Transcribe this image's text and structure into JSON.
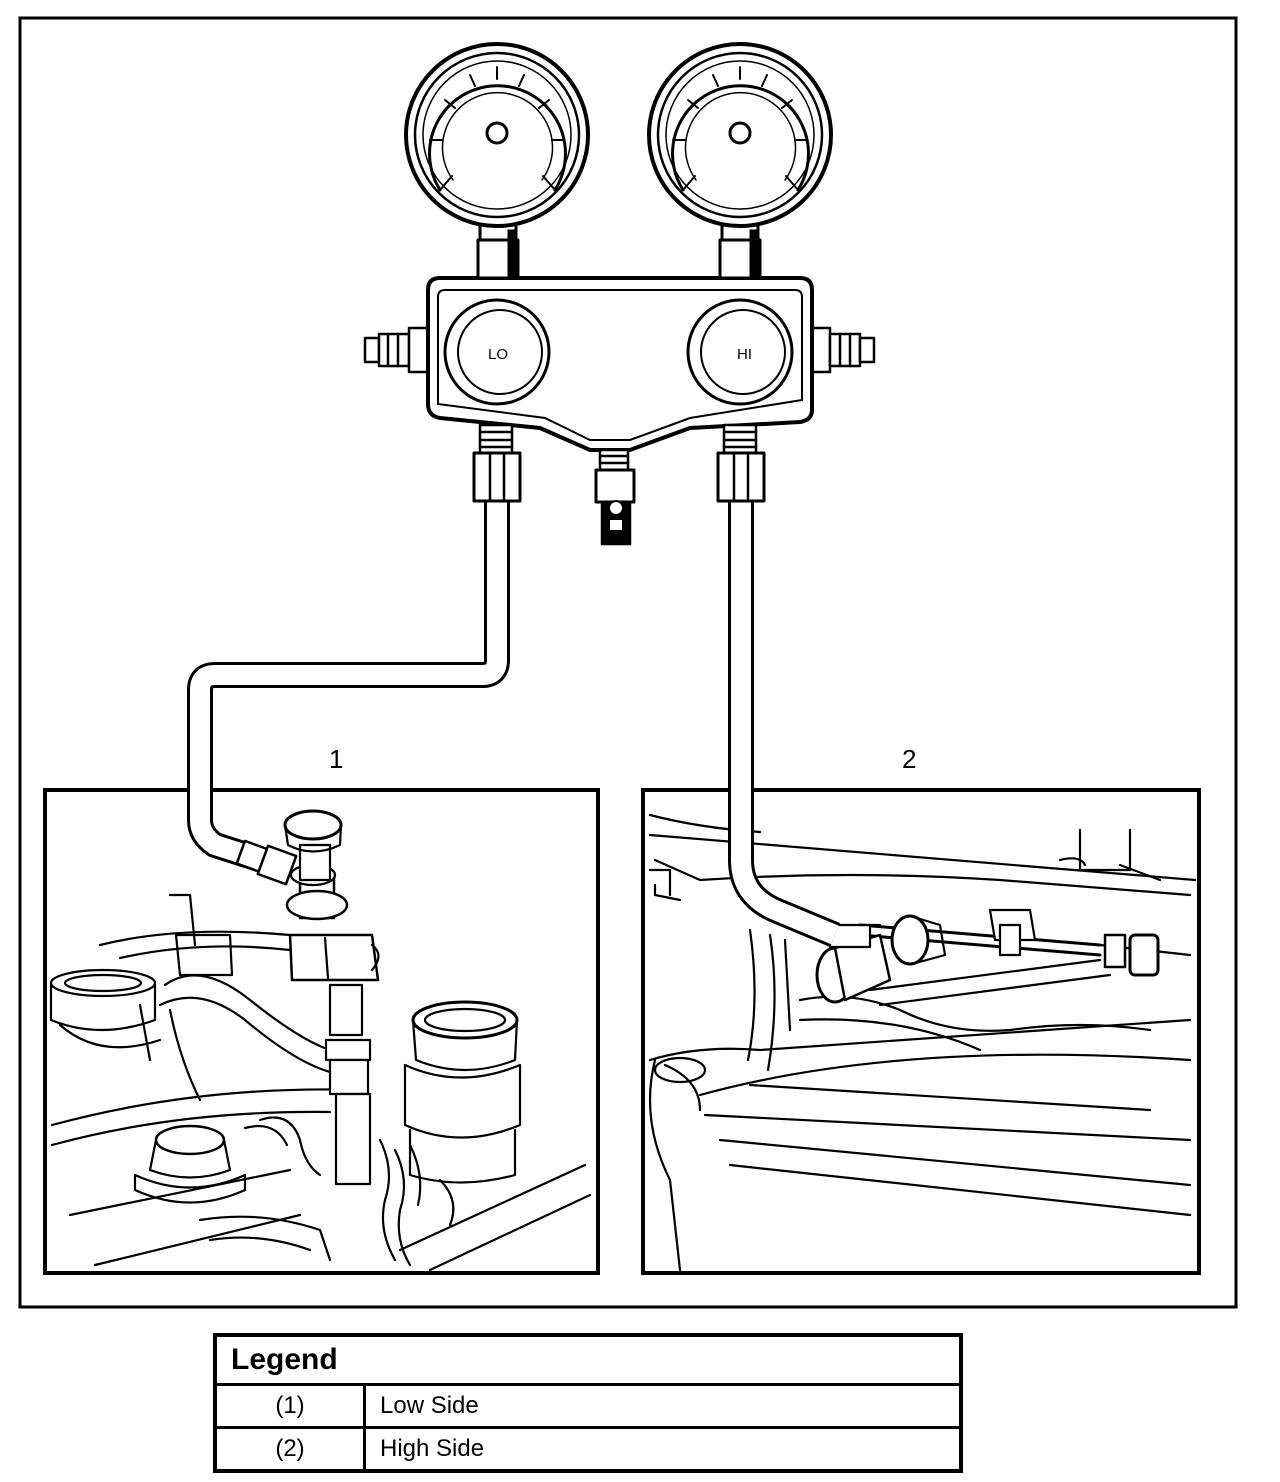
{
  "diagram": {
    "gauges": {
      "low_label": "LO",
      "high_label": "HI"
    },
    "callouts": [
      {
        "id": "1",
        "label": "1"
      },
      {
        "id": "2",
        "label": "2"
      }
    ]
  },
  "legend": {
    "title": "Legend",
    "rows": [
      {
        "num": "(1)",
        "desc": "Low Side"
      },
      {
        "num": "(2)",
        "desc": "High Side"
      }
    ]
  }
}
